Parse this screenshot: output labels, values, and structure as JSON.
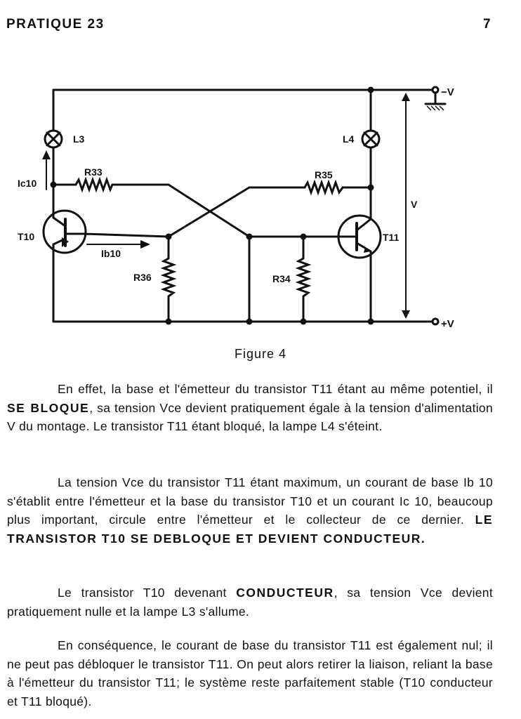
{
  "header": {
    "title": "PRATIQUE 23",
    "page_number": "7"
  },
  "figure": {
    "caption": "Figure 4",
    "labels": {
      "L3": "L3",
      "L4": "L4",
      "R33": "R33",
      "R35": "R35",
      "R36": "R36",
      "R34": "R34",
      "T10": "T10",
      "T11": "T11",
      "Ic10": "Ic10",
      "Ib10": "Ib10",
      "V": "V",
      "minus_v": "−V",
      "plus_v": "+V"
    }
  },
  "paragraphs": [
    {
      "parts": [
        "En effet, la base et l'émetteur du transistor T11 étant au même potentiel, il ",
        "SE BLOQUE",
        ", sa tension Vce devient pratiquement égale à la tension d'alimentation V du montage. Le transistor T11 étant bloqué, la lampe L4 s'éteint."
      ]
    },
    {
      "parts": [
        "La tension Vce du transistor T11 étant maximum, un courant de base Ib 10 s'établit entre l'émetteur et la base du transistor T10 et un courant Ic 10, beaucoup plus important, circule entre l'émetteur et le collecteur de ce dernier. ",
        "LE TRANSISTOR T10 SE DEBLOQUE ET DEVIENT CONDUCTEUR."
      ]
    },
    {
      "parts": [
        "Le transistor T10 devenant ",
        "CONDUCTEUR",
        ", sa tension Vce devient pratiquement nulle et la lampe L3 s'allume."
      ]
    },
    {
      "parts": [
        "En conséquence, le courant de base du transistor T11 est également nul; il ne peut pas débloquer le transistor T11. On peut alors retirer la liaison, reliant la base à l'émetteur du transistor T11; le système reste parfaitement stable (T10 conducteur et T11 bloqué)."
      ]
    }
  ]
}
